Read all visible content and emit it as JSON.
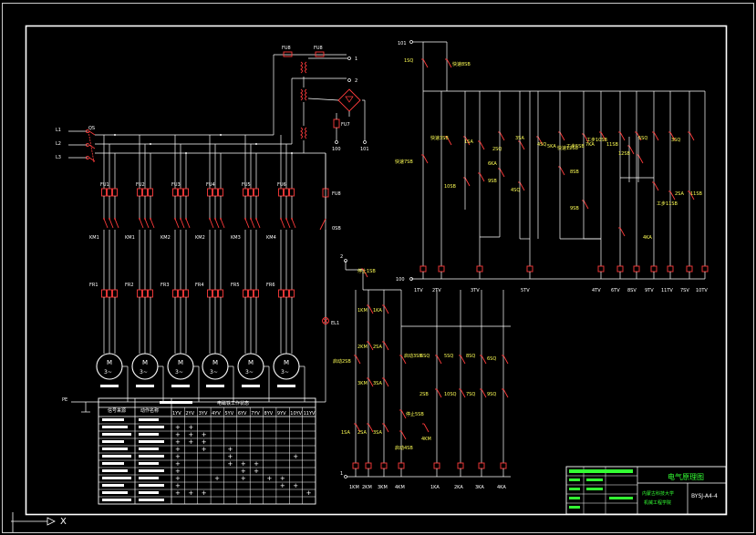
{
  "colors": {
    "background": "#000000",
    "wire": "#ffffff",
    "device": "#ff3b3b",
    "text": "#ffffff",
    "accent": "#ffff55",
    "green": "#33ff33"
  },
  "power": {
    "phases": [
      "L1",
      "L2",
      "L3"
    ],
    "main_switch": "QS",
    "pe": "PE",
    "ctrl_fuses": [
      "FU8",
      "FU8"
    ],
    "ctrl_outputs": [
      "1",
      "2"
    ],
    "ctrl_terminals": [
      "100",
      "101"
    ],
    "fu7": "FU7",
    "fu8": "FU8",
    "lamp_switch": "0SB",
    "lamp": "EL1",
    "fuses": [
      "FU1",
      "FU2",
      "FU3",
      "FU4",
      "FU5",
      "FU6"
    ],
    "contactors": [
      "KM1",
      "KM1",
      "KM2",
      "KM2",
      "KM3",
      "KM4"
    ],
    "relays": [
      "FR1",
      "FR2",
      "FR3",
      "FR4",
      "FR5",
      "FR6"
    ],
    "motor_symbol": "M",
    "motor_rating": "3~"
  },
  "ctrl_a": {
    "top_terminal": "101",
    "bottom_terminal": "100",
    "devices": [
      "1SQ",
      "快速8SB",
      "快速3SB",
      "1SA",
      "2SQ",
      "3SA",
      "4SQ",
      "5KA",
      "快速12SB",
      "工步5SB",
      "工步10SB",
      "6KA",
      "7KA",
      "快速7SB",
      "10SB",
      "9SB",
      "4SQ",
      "8SB",
      "9SB",
      "11SB",
      "12SB",
      "工步11SB",
      "2SA",
      "11SB",
      "4KA",
      "5SQ",
      "3SQ"
    ],
    "coils": [
      "1TV",
      "2TV",
      "3TV",
      "5TV",
      "4TV",
      "6TV",
      "8SV",
      "9TV",
      "11TV",
      "7SV",
      "10TV"
    ]
  },
  "ctrl_b": {
    "top_terminal": "2",
    "bottom_terminal": "1",
    "devices": [
      "停止1SB",
      "1KM",
      "1KA",
      "2KM",
      "2SA",
      "3KM",
      "3SA",
      "启动2SB",
      "启动3SB",
      "停止5SB",
      "启动4SB",
      "6SQ",
      "2SB",
      "5SQ",
      "8SQ",
      "7SQ",
      "10SQ",
      "9SQ",
      "1SA",
      "2SA",
      "3SA",
      "6SQ",
      "4KM"
    ],
    "coils": [
      "1KM",
      "2KM",
      "3KM",
      "4KM",
      "1KA",
      "2KA",
      "3KA",
      "4KA"
    ]
  },
  "table": {
    "headers": [
      "信号来源",
      "动作名称",
      "电磁铁工作状态"
    ],
    "valve_columns": [
      "1YV",
      "2YV",
      "3YV",
      "4YV",
      "5YV",
      "6YV",
      "7YV",
      "8YV",
      "9YV",
      "10YV",
      "11YV"
    ],
    "rows": [
      [
        "",
        "",
        "",
        "",
        "",
        "",
        "",
        "",
        "",
        "",
        ""
      ],
      [
        "+",
        "+",
        "",
        "",
        "",
        "",
        "",
        "",
        "",
        "",
        ""
      ],
      [
        "+",
        "+",
        "+",
        "",
        "",
        "",
        "",
        "",
        "",
        "",
        ""
      ],
      [
        "+",
        "+",
        "+",
        "",
        "",
        "",
        "",
        "",
        "",
        "",
        ""
      ],
      [
        "+",
        "",
        "+",
        "",
        "+",
        "",
        "",
        "",
        "",
        "",
        ""
      ],
      [
        "+",
        "",
        "",
        "",
        "+",
        "",
        "",
        "",
        "",
        "+",
        ""
      ],
      [
        "+",
        "",
        "",
        "",
        "+",
        "+",
        "+",
        "",
        "",
        "",
        ""
      ],
      [
        "+",
        "",
        "",
        "",
        "",
        "+",
        "+",
        "",
        "",
        "",
        ""
      ],
      [
        "+",
        "",
        "",
        "+",
        "",
        "+",
        "",
        "+",
        "+",
        "",
        ""
      ],
      [
        "+",
        "",
        "",
        "",
        "",
        "",
        "",
        "",
        "+",
        "+",
        ""
      ],
      [
        "+",
        "+",
        "+",
        "",
        "",
        "",
        "",
        "",
        "",
        "",
        "+"
      ],
      [
        "",
        "",
        "",
        "",
        "",
        "",
        "",
        "",
        "",
        "",
        ""
      ]
    ]
  },
  "title_block": {
    "drawing_title": "电气原理图",
    "school": "内蒙古科技大学",
    "dept": "机械工程学院",
    "code": "BYSJ-A4-4"
  },
  "axis": {
    "x_label": "X"
  }
}
